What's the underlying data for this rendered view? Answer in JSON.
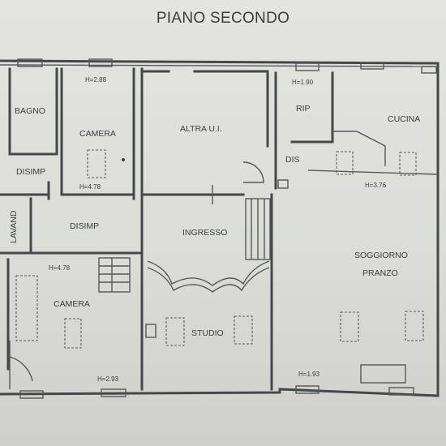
{
  "title": "PIANO SECONDO",
  "rooms": {
    "bagno": "BAGNO",
    "camera_top": "CAMERA",
    "altra_ui": "ALTRA U.I.",
    "rip": "RIP",
    "cucina": "CUCINA",
    "disimp_top": "DISIMP",
    "dis": "DIS",
    "lavand": "LAVAND",
    "disimp_mid": "DISIMP",
    "ingresso": "INGRESSO",
    "soggiorno": "SOGGIORNO",
    "pranzo": "PRANZO",
    "camera_bottom": "CAMERA",
    "studio": "STUDIO"
  },
  "heights": {
    "camera_top": "H=2.88",
    "rip": "H=1.90",
    "camera_top_low": "H=4.78",
    "cucina_low": "H=3.76",
    "disimp_mid": "H=4.78",
    "camera_bottom": "H=2.93",
    "soggiorno": "H=1.93"
  }
}
